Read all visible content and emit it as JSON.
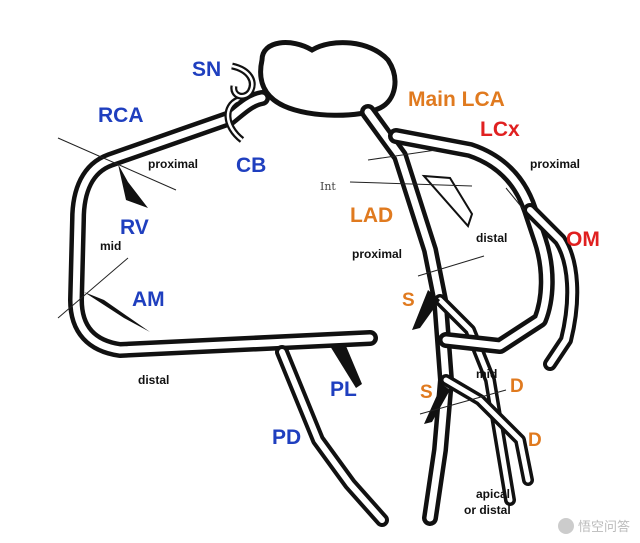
{
  "colors": {
    "blue": "#1f3fbf",
    "orange": "#e07a1f",
    "red": "#e02020",
    "black": "#111111"
  },
  "labels": {
    "sn": "SN",
    "rca": "RCA",
    "cb": "CB",
    "rca_proximal": "proximal",
    "rv": "RV",
    "rca_mid": "mid",
    "am": "AM",
    "rca_distal": "distal",
    "pl": "PL",
    "pd": "PD",
    "main_lca": "Main LCA",
    "lcx": "LCx",
    "lcx_proximal": "proximal",
    "int": "Int",
    "lad": "LAD",
    "lad_proximal": "proximal",
    "lcx_distal": "distal",
    "om": "OM",
    "s1": "S",
    "s2": "S",
    "lad_mid": "mid",
    "d1": "D",
    "d2": "D",
    "apical": "apical",
    "or_distal": "or distal"
  },
  "watermark": {
    "icon": "speech-bubble-icon",
    "text": "悟空问答"
  }
}
